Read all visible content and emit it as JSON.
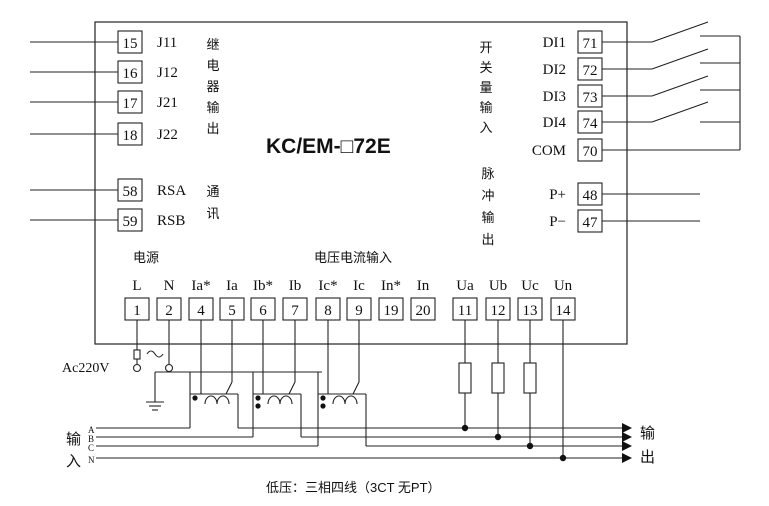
{
  "model": "KC/EM-□72E",
  "left_terminals": [
    {
      "num": "15",
      "label": "J11"
    },
    {
      "num": "16",
      "label": "J12"
    },
    {
      "num": "17",
      "label": "J21"
    },
    {
      "num": "18",
      "label": "J22"
    },
    {
      "num": "58",
      "label": "RSA"
    },
    {
      "num": "59",
      "label": "RSB"
    }
  ],
  "right_terminals": [
    {
      "num": "71",
      "label": "DI1"
    },
    {
      "num": "72",
      "label": "DI2"
    },
    {
      "num": "73",
      "label": "DI3"
    },
    {
      "num": "74",
      "label": "DI4"
    },
    {
      "num": "70",
      "label": "COM"
    },
    {
      "num": "48",
      "label": "P+"
    },
    {
      "num": "47",
      "label": "P−"
    }
  ],
  "relay_output_label": [
    "继",
    "电",
    "器",
    "输",
    "出"
  ],
  "comm_label": [
    "通",
    "讯"
  ],
  "switch_input_label": [
    "开",
    "关",
    "量",
    "输",
    "入"
  ],
  "pulse_output_label": [
    "脉",
    "冲",
    "输",
    "出"
  ],
  "power_label": "电源",
  "vi_input_label": "电压电流输入",
  "bottom_terminals": [
    {
      "num": "1",
      "label": "L"
    },
    {
      "num": "2",
      "label": "N"
    },
    {
      "num": "4",
      "label": "Ia*"
    },
    {
      "num": "5",
      "label": "Ia"
    },
    {
      "num": "6",
      "label": "Ib*"
    },
    {
      "num": "7",
      "label": "Ib"
    },
    {
      "num": "8",
      "label": "Ic*"
    },
    {
      "num": "9",
      "label": "Ic"
    },
    {
      "num": "19",
      "label": "In*"
    },
    {
      "num": "20",
      "label": "In"
    },
    {
      "num": "11",
      "label": "Ua"
    },
    {
      "num": "12",
      "label": "Ub"
    },
    {
      "num": "13",
      "label": "Uc"
    },
    {
      "num": "14",
      "label": "Un"
    }
  ],
  "supply_label": "Ac220V",
  "input_side": [
    "输",
    "入"
  ],
  "output_side": [
    "输",
    "出"
  ],
  "phase_letters": [
    "A",
    "B",
    "C",
    "N"
  ],
  "caption": "低压：三相四线（3CT 无PT）"
}
